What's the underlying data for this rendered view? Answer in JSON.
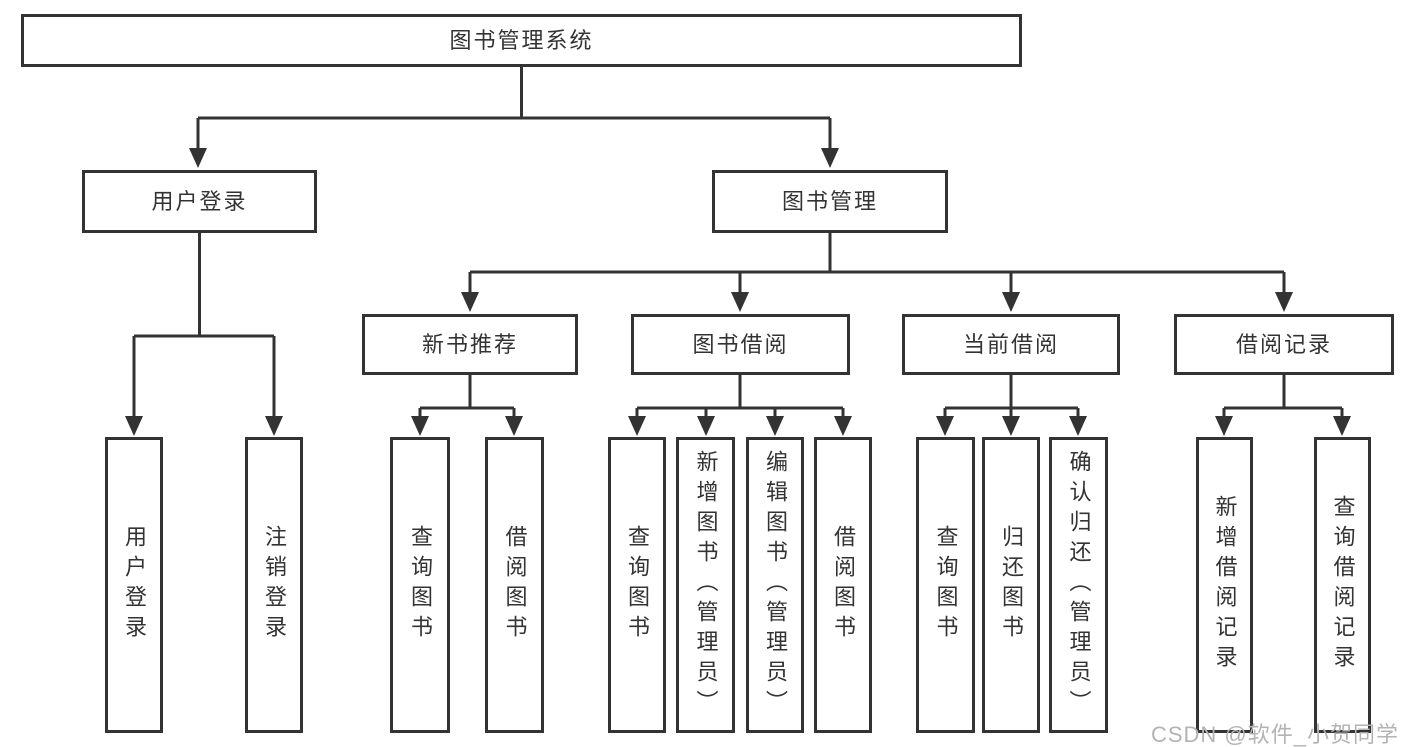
{
  "diagram": {
    "title": "图书管理系统",
    "nodes": {
      "root": {
        "label": "图书管理系统"
      },
      "user_login": {
        "label": "用户登录"
      },
      "book_mgmt": {
        "label": "图书管理"
      },
      "new_book_rec": {
        "label": "新书推荐"
      },
      "book_borrow": {
        "label": "图书借阅"
      },
      "current_borrow": {
        "label": "当前借阅"
      },
      "borrow_records": {
        "label": "借阅记录"
      },
      "leaf_user_login": {
        "label": "用户登录"
      },
      "leaf_logout_login": {
        "label": "注销登录"
      },
      "leaf_query_book_rec": {
        "label": "查询图书"
      },
      "leaf_borrow_book_rec": {
        "label": "借阅图书"
      },
      "leaf_query_book_borrow": {
        "label": "查询图书"
      },
      "leaf_add_book_admin": {
        "label": "新增图书（管理员）"
      },
      "leaf_edit_book_admin": {
        "label": "编辑图书（管理员）"
      },
      "leaf_borrow_book_borrow": {
        "label": "借阅图书"
      },
      "leaf_query_book_current": {
        "label": "查询图书"
      },
      "leaf_return_book": {
        "label": "归还图书"
      },
      "leaf_confirm_return_admin": {
        "label": "确认归还（管理员）"
      },
      "leaf_add_borrow_record": {
        "label": "新增借阅记录"
      },
      "leaf_query_borrow_record": {
        "label": "查询借阅记录"
      }
    },
    "edges": [
      [
        "root",
        "user_login"
      ],
      [
        "root",
        "book_mgmt"
      ],
      [
        "user_login",
        "leaf_user_login"
      ],
      [
        "user_login",
        "leaf_logout_login"
      ],
      [
        "book_mgmt",
        "new_book_rec"
      ],
      [
        "book_mgmt",
        "book_borrow"
      ],
      [
        "book_mgmt",
        "current_borrow"
      ],
      [
        "book_mgmt",
        "borrow_records"
      ],
      [
        "new_book_rec",
        "leaf_query_book_rec"
      ],
      [
        "new_book_rec",
        "leaf_borrow_book_rec"
      ],
      [
        "book_borrow",
        "leaf_query_book_borrow"
      ],
      [
        "book_borrow",
        "leaf_add_book_admin"
      ],
      [
        "book_borrow",
        "leaf_edit_book_admin"
      ],
      [
        "book_borrow",
        "leaf_borrow_book_borrow"
      ],
      [
        "current_borrow",
        "leaf_query_book_current"
      ],
      [
        "current_borrow",
        "leaf_return_book"
      ],
      [
        "current_borrow",
        "leaf_confirm_return_admin"
      ],
      [
        "borrow_records",
        "leaf_add_borrow_record"
      ],
      [
        "borrow_records",
        "leaf_query_borrow_record"
      ]
    ]
  },
  "watermark": {
    "text": "CSDN @软件_小贺同学"
  },
  "colors": {
    "line": "#333333",
    "box_border": "#333333",
    "text": "#333333",
    "watermark": "#b3b3b3",
    "background": "#ffffff"
  }
}
